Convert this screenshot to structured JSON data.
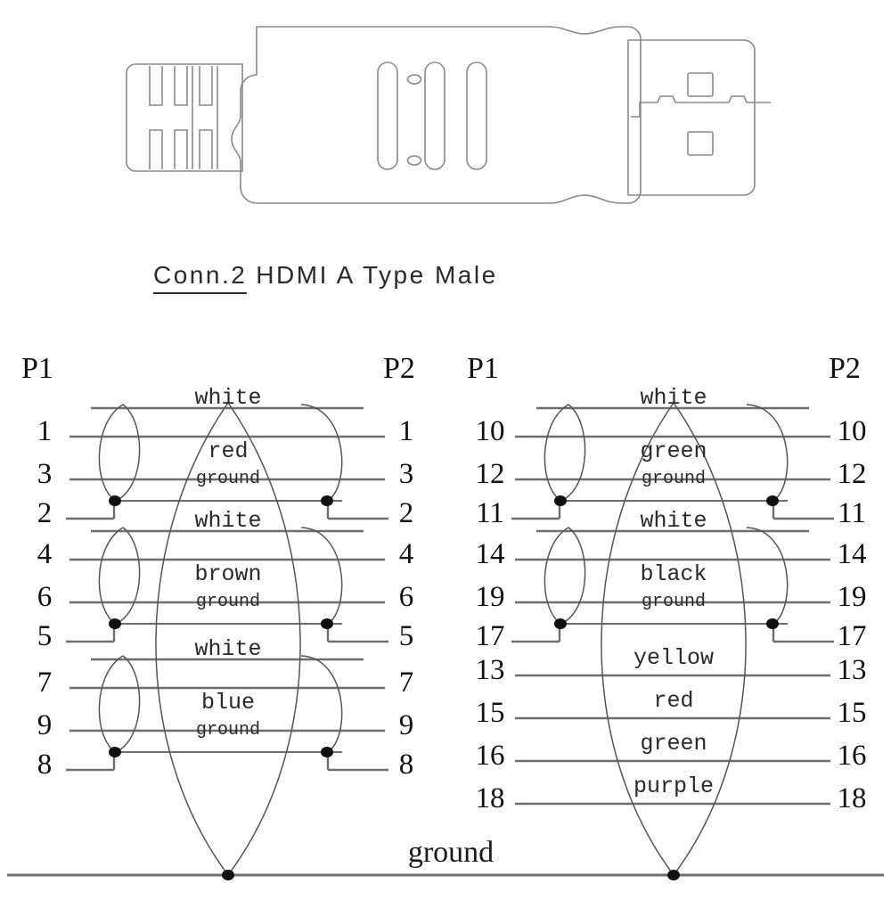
{
  "connector": {
    "title_underlined": "Conn.2",
    "title_rest": "HDMI  A  Type  Male",
    "icon_shell": "hdmi-connector-outline"
  },
  "columns": [
    {
      "id": "left",
      "header_left": "P1",
      "header_right": "P2",
      "groups": [
        {
          "type": "twisted-pair",
          "rows": [
            {
              "p1": "1",
              "p2": "1",
              "label": "white"
            },
            {
              "p1": "3",
              "p2": "3",
              "label": "red"
            },
            {
              "p1": "2",
              "p2": "2",
              "label": "ground"
            }
          ]
        },
        {
          "type": "twisted-pair",
          "rows": [
            {
              "p1": "4",
              "p2": "4",
              "label": "white"
            },
            {
              "p1": "6",
              "p2": "6",
              "label": "brown"
            },
            {
              "p1": "5",
              "p2": "5",
              "label": "ground"
            }
          ]
        },
        {
          "type": "twisted-pair",
          "rows": [
            {
              "p1": "7",
              "p2": "7",
              "label": "white"
            },
            {
              "p1": "9",
              "p2": "9",
              "label": "blue"
            },
            {
              "p1": "8",
              "p2": "8",
              "label": "ground"
            }
          ]
        }
      ]
    },
    {
      "id": "right",
      "header_left": "P1",
      "header_right": "P2",
      "groups": [
        {
          "type": "twisted-pair",
          "rows": [
            {
              "p1": "10",
              "p2": "10",
              "label": "white"
            },
            {
              "p1": "12",
              "p2": "12",
              "label": "green"
            },
            {
              "p1": "11",
              "p2": "11",
              "label": "ground"
            }
          ]
        },
        {
          "type": "twisted-pair",
          "rows": [
            {
              "p1": "14",
              "p2": "14",
              "label": "white"
            },
            {
              "p1": "19",
              "p2": "19",
              "label": "black"
            },
            {
              "p1": "17",
              "p2": "17",
              "label": "ground"
            }
          ]
        },
        {
          "type": "single-wires",
          "rows": [
            {
              "p1": "13",
              "p2": "13",
              "label": "yellow"
            },
            {
              "p1": "15",
              "p2": "15",
              "label": "red"
            },
            {
              "p1": "16",
              "p2": "16",
              "label": "green"
            },
            {
              "p1": "18",
              "p2": "18",
              "label": "purple"
            }
          ]
        }
      ]
    }
  ],
  "ground_bus": {
    "label": "ground"
  },
  "colors": {
    "line": "#6e6e6e",
    "ink": "#141414",
    "outline": "#8a8a8a"
  }
}
